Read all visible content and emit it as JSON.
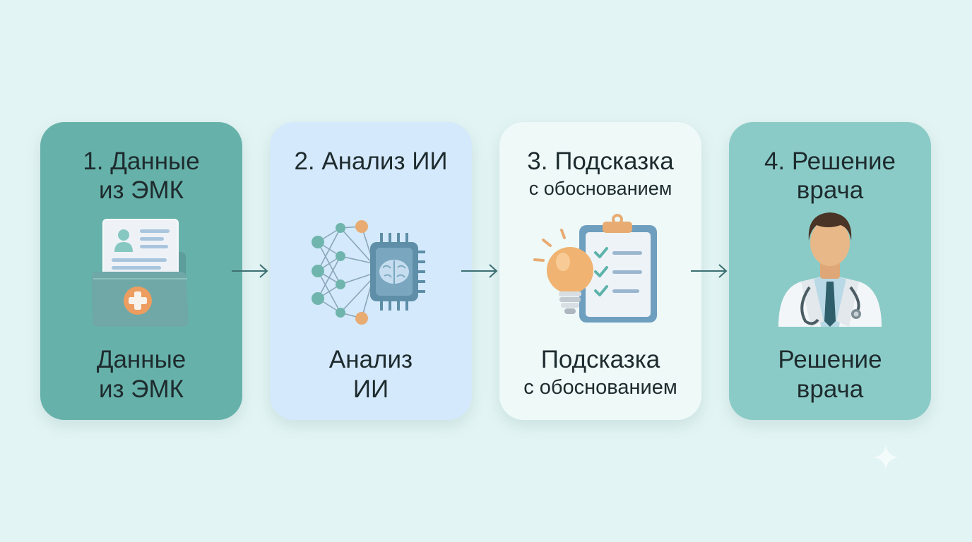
{
  "steps": [
    {
      "title_line1": "1. Данные",
      "title_line2": "из ЭМК",
      "caption_line1": "Данные",
      "caption_line2": "из ЭМК",
      "icon": "medical-record-folder-icon"
    },
    {
      "title_line1": "2. Анализ ИИ",
      "title_line2": "",
      "caption_line1": "Анализ",
      "caption_line2": "ИИ",
      "icon": "ai-chip-brain-icon"
    },
    {
      "title_line1": "3. Подсказка",
      "title_line2": "с обоснованием",
      "caption_line1": "Подсказка",
      "caption_line2": "с обоснованием",
      "icon": "lightbulb-checklist-icon"
    },
    {
      "title_line1": "4. Решение",
      "title_line2": "врача",
      "caption_line1": "Решение",
      "caption_line2": "врача",
      "icon": "doctor-icon"
    }
  ],
  "colors": {
    "background": "#e3f4f4",
    "card1": "#66b2aa",
    "card2": "#d4e9fb",
    "card3": "#eef9f8",
    "card4": "#8bcbc7",
    "arrow": "#3d6f72"
  }
}
